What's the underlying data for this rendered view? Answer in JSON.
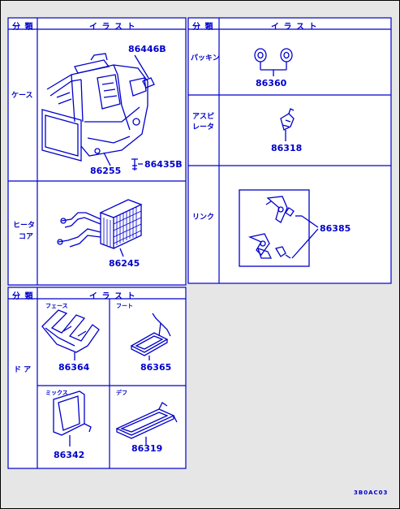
{
  "colors": {
    "ink": "#0000cc",
    "background": "#e6e6e6",
    "panel": "#ffffff"
  },
  "tables": {
    "header_category": "分 類",
    "header_illust": "イ ラ ス ト"
  },
  "left_table": {
    "rows": [
      {
        "category": "ケース",
        "parts": [
          "86446B",
          "86255",
          "86435B"
        ]
      },
      {
        "category_line1": "ヒータ",
        "category_line2": "コア",
        "parts": [
          "86245"
        ]
      }
    ]
  },
  "right_table": {
    "rows": [
      {
        "category": "パッキン",
        "part": "86360"
      },
      {
        "category_line1": "アスピ",
        "category_line2": "レータ",
        "part": "86318"
      },
      {
        "category": "リンク",
        "part": "86385"
      }
    ]
  },
  "door_table": {
    "category": "ド ア",
    "cells": [
      {
        "sub": "フェース",
        "part": "86364"
      },
      {
        "sub": "フート",
        "part": "86365"
      },
      {
        "sub": "ミックス",
        "part": "86342"
      },
      {
        "sub": "デフ",
        "part": "86319"
      }
    ]
  },
  "drawing_code": "3B0AC03"
}
